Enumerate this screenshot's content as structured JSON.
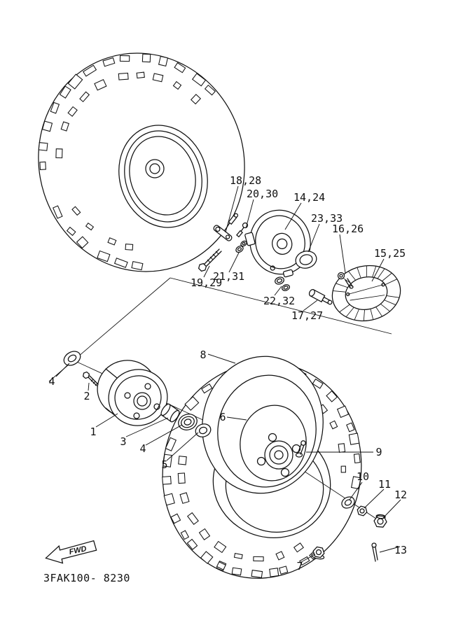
{
  "diagram": {
    "code": "3FAK100- 8230",
    "fwd_label": "FWD",
    "colors": {
      "line": "#111111",
      "background": "#ffffff"
    }
  },
  "callouts": [
    {
      "label": "18,28"
    },
    {
      "label": "20,30"
    },
    {
      "label": "14,24"
    },
    {
      "label": "23,33"
    },
    {
      "label": "16,26"
    },
    {
      "label": "15,25"
    },
    {
      "label": "19,29"
    },
    {
      "label": "21,31"
    },
    {
      "label": "22,32"
    },
    {
      "label": "17,27"
    },
    {
      "label": "8"
    },
    {
      "label": "4"
    },
    {
      "label": "2"
    },
    {
      "label": "1"
    },
    {
      "label": "3"
    },
    {
      "label": "6"
    },
    {
      "label": "4"
    },
    {
      "label": "5"
    },
    {
      "label": "9"
    },
    {
      "label": "10"
    },
    {
      "label": "11"
    },
    {
      "label": "12"
    },
    {
      "label": "13"
    },
    {
      "label": "7"
    }
  ]
}
